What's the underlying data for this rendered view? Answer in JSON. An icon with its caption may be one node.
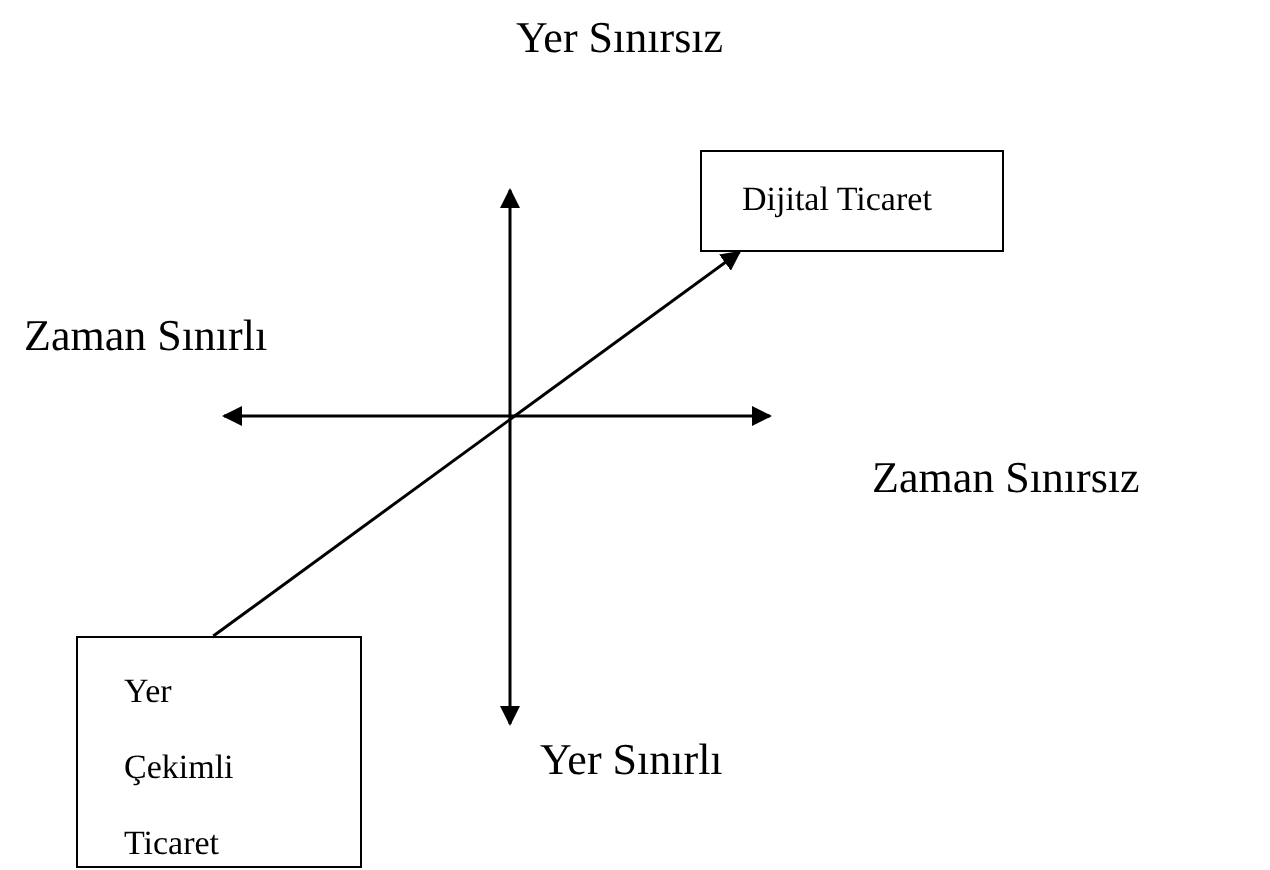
{
  "diagram": {
    "nodes": [
      {
        "text": [
          "Dijital Ticaret"
        ]
      },
      {
        "text": [
          "Yer Çekimli Ticaret"
        ]
      }
    ],
    "edges": [
      {
        "from": 1,
        "to": 0,
        "arrow": "to"
      }
    ],
    "labels": [
      "Yer Sınırsız",
      "Zaman Sınırlı",
      "Zaman Sınırsız",
      "Yer Sınırlı"
    ]
  }
}
